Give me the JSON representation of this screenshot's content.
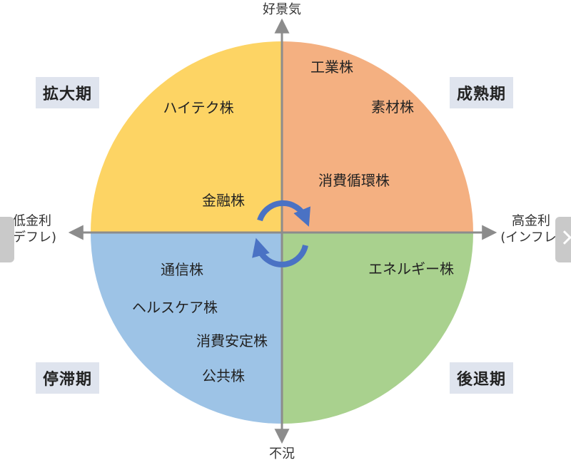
{
  "axes": {
    "top": "好景気",
    "bottom": "不況",
    "left_line1": "低金利",
    "left_line2": "(デフレ)",
    "right_line1": "高金利",
    "right_line2": "(インフレ)"
  },
  "phases": {
    "top_left": "拡大期",
    "top_right": "成熟期",
    "bottom_left": "停滞期",
    "bottom_right": "後退期"
  },
  "sectors": {
    "top_left": [
      "ハイテク株",
      "金融株"
    ],
    "top_right": [
      "工業株",
      "素材株",
      "消費循環株"
    ],
    "bottom_left": [
      "通信株",
      "ヘルスケア株",
      "消費安定株",
      "公共株"
    ],
    "bottom_right": [
      "エネルギー株"
    ]
  },
  "colors": {
    "top_left": "#fdd464",
    "top_right": "#f4b081",
    "bottom_left": "#9dc3e6",
    "bottom_right": "#a9d18e",
    "axis": "#8c8c8c",
    "cycle_arrow": "#4a72c4",
    "phase_box": "#dfe4ee"
  }
}
